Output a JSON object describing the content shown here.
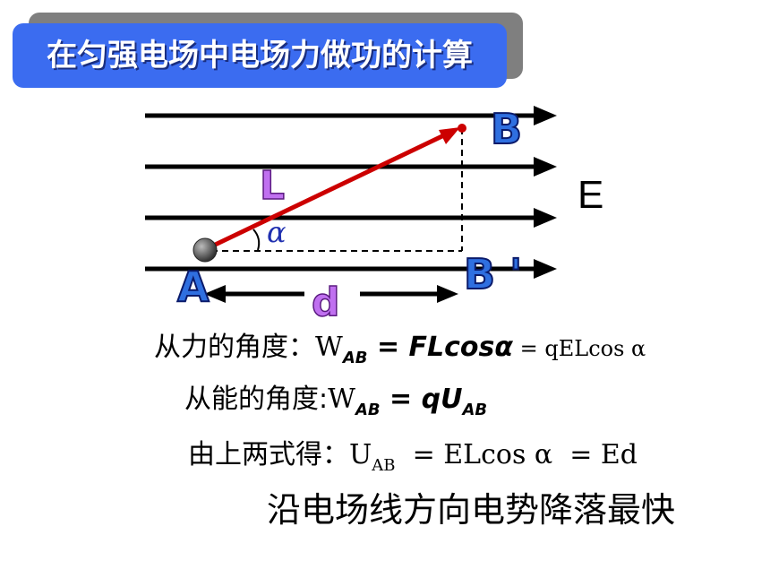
{
  "title": "在匀强电场中电场力做功的计算",
  "diagram": {
    "label_E": "E",
    "label_A": "A",
    "label_B": "B",
    "label_B_prime": "B '",
    "label_L": "L",
    "label_d": "d",
    "label_alpha": "α"
  },
  "formulas": {
    "line1": {
      "prefix": "从力的角度：",
      "W": "W",
      "W_sub": "AB",
      "eq1": " = FLcosα",
      "eq2": " = qELcos α"
    },
    "line2": {
      "prefix": "从能的角度:",
      "W": "W",
      "W_sub": "AB",
      "eq": " = qU",
      "U_sub": "AB"
    },
    "line3": {
      "prefix": "由上两式得：",
      "U": "U",
      "U_sub": "AB",
      "eq": "  = ELcos α  = Ed"
    },
    "conclusion": "沿电场线方向电势降落最快"
  },
  "colors": {
    "title_bg": "#3b6cf0",
    "vector": "#cc0000",
    "letters": "#2f6fe0",
    "L_color": "#b040e0",
    "d_color": "#b040e0"
  }
}
